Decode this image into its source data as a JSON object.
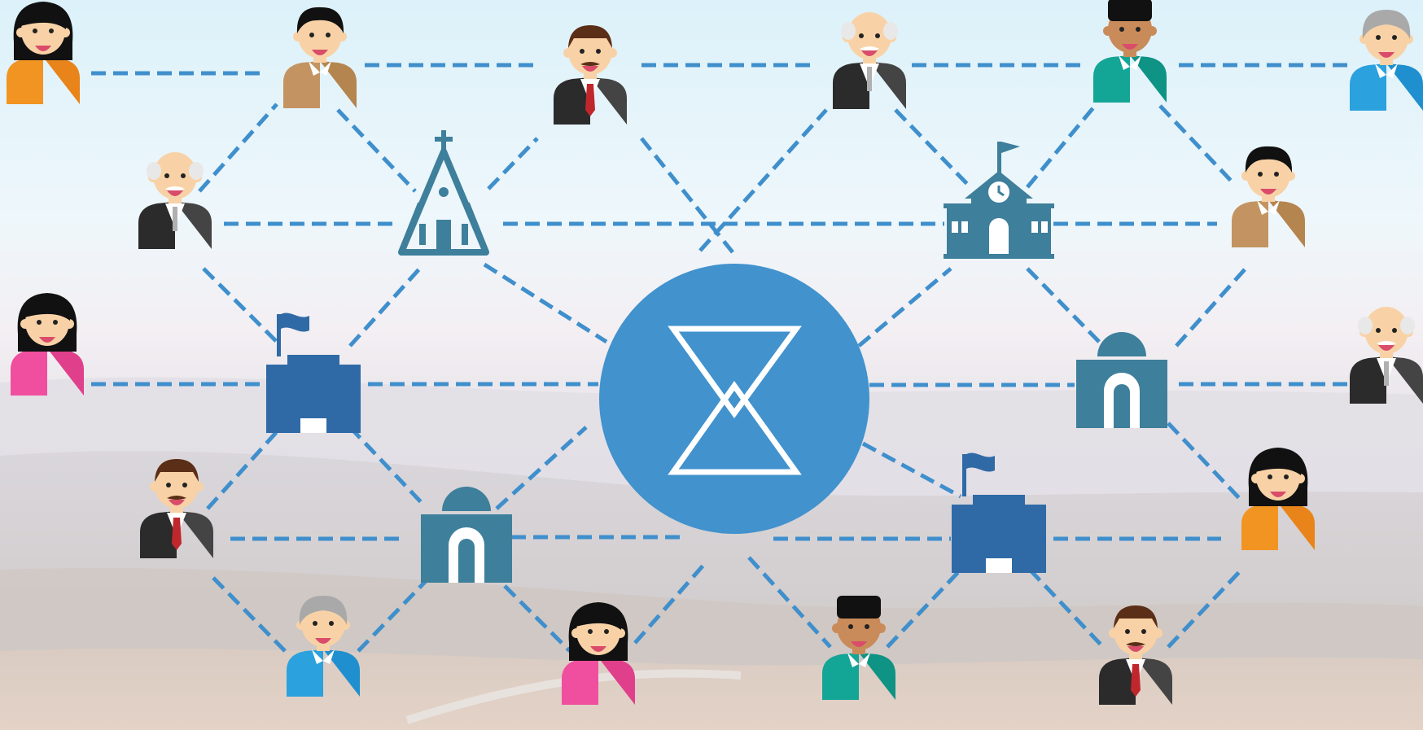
{
  "diagram": {
    "center_icon": "hourglass-icon",
    "colors": {
      "line": "#3f8fcc",
      "center_circle": "#4192cd",
      "building_teal": "#3e7f9b",
      "building_blue": "#2f6aa6",
      "sky_top": "#dff3fb",
      "haze": "#ece8ee"
    },
    "buildings": [
      {
        "id": "church",
        "icon": "church-icon",
        "color": "teal"
      },
      {
        "id": "school",
        "icon": "school-icon",
        "color": "teal"
      },
      {
        "id": "castle-left",
        "icon": "castle-flag-icon",
        "color": "blue"
      },
      {
        "id": "temple-right",
        "icon": "domed-building-icon",
        "color": "teal"
      },
      {
        "id": "temple-left",
        "icon": "domed-building-icon",
        "color": "teal"
      },
      {
        "id": "castle-right",
        "icon": "castle-flag-icon",
        "color": "blue"
      }
    ],
    "people": [
      {
        "id": "p1",
        "type": "woman",
        "outfit": "#f29421",
        "outfit2": "#e8841a",
        "hair": "#111111"
      },
      {
        "id": "p2",
        "type": "man",
        "outfit": "#c39461",
        "outfit2": "#b5854f",
        "hair": "#111111"
      },
      {
        "id": "p3",
        "type": "man-tie",
        "outfit": "#2b2b2b",
        "outfit2": "#444444",
        "hair": "#5a2e17"
      },
      {
        "id": "p4",
        "type": "elder",
        "outfit": "#2b2b2b",
        "outfit2": "#444444",
        "hair": "#e8e8e8"
      },
      {
        "id": "p5",
        "type": "curly",
        "outfit": "#13a596",
        "outfit2": "#0e9385",
        "hair": "#111111"
      },
      {
        "id": "p6",
        "type": "grey",
        "outfit": "#2ba1de",
        "outfit2": "#1f8fcf",
        "hair": "#a9a9a9"
      },
      {
        "id": "p7",
        "type": "elder",
        "outfit": "#2b2b2b",
        "outfit2": "#444444",
        "hair": "#e8e8e8"
      },
      {
        "id": "p8",
        "type": "man",
        "outfit": "#c39461",
        "outfit2": "#b5854f",
        "hair": "#111111"
      },
      {
        "id": "p9",
        "type": "woman",
        "outfit": "#ef4f9e",
        "outfit2": "#e03f8c",
        "hair": "#111111"
      },
      {
        "id": "p10",
        "type": "elder",
        "outfit": "#2b2b2b",
        "outfit2": "#444444",
        "hair": "#e8e8e8"
      },
      {
        "id": "p11",
        "type": "man-tie",
        "outfit": "#2b2b2b",
        "outfit2": "#444444",
        "hair": "#5a2e17"
      },
      {
        "id": "p12",
        "type": "woman",
        "outfit": "#f29421",
        "outfit2": "#e8841a",
        "hair": "#111111"
      },
      {
        "id": "p13",
        "type": "grey",
        "outfit": "#2ba1de",
        "outfit2": "#1f8fcf",
        "hair": "#a9a9a9"
      },
      {
        "id": "p14",
        "type": "woman",
        "outfit": "#ef4f9e",
        "outfit2": "#e03f8c",
        "hair": "#111111"
      },
      {
        "id": "p15",
        "type": "curly",
        "outfit": "#13a596",
        "outfit2": "#0e9385",
        "hair": "#111111"
      },
      {
        "id": "p16",
        "type": "man-tie",
        "outfit": "#2b2b2b",
        "outfit2": "#444444",
        "hair": "#5a2e17"
      }
    ]
  }
}
